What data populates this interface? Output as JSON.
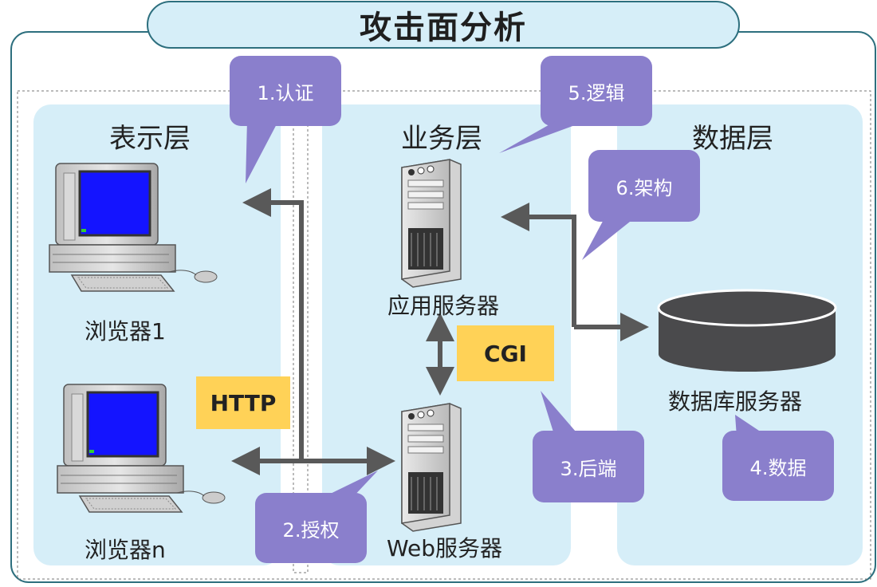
{
  "title": "攻击面分析",
  "layers": {
    "presentation": "表示层",
    "business": "业务层",
    "data": "数据层"
  },
  "nodes": {
    "browser1": "浏览器1",
    "browser_n": "浏览器n",
    "app_server": "应用服务器",
    "web_server": "Web服务器",
    "db_server": "数据库服务器"
  },
  "protocols": {
    "http": "HTTP",
    "cgi": "CGI"
  },
  "callouts": {
    "c1": "1.认证",
    "c2": "2.授权",
    "c3": "3.后端",
    "c4": "4.数据",
    "c5": "5.逻辑",
    "c6": "6.架构"
  },
  "colors": {
    "panel_bg": "#d6eef8",
    "callout": "#8a7fcc",
    "protocol_box": "#ffd257",
    "arrow": "#595959",
    "database": "#4a4a4c"
  }
}
